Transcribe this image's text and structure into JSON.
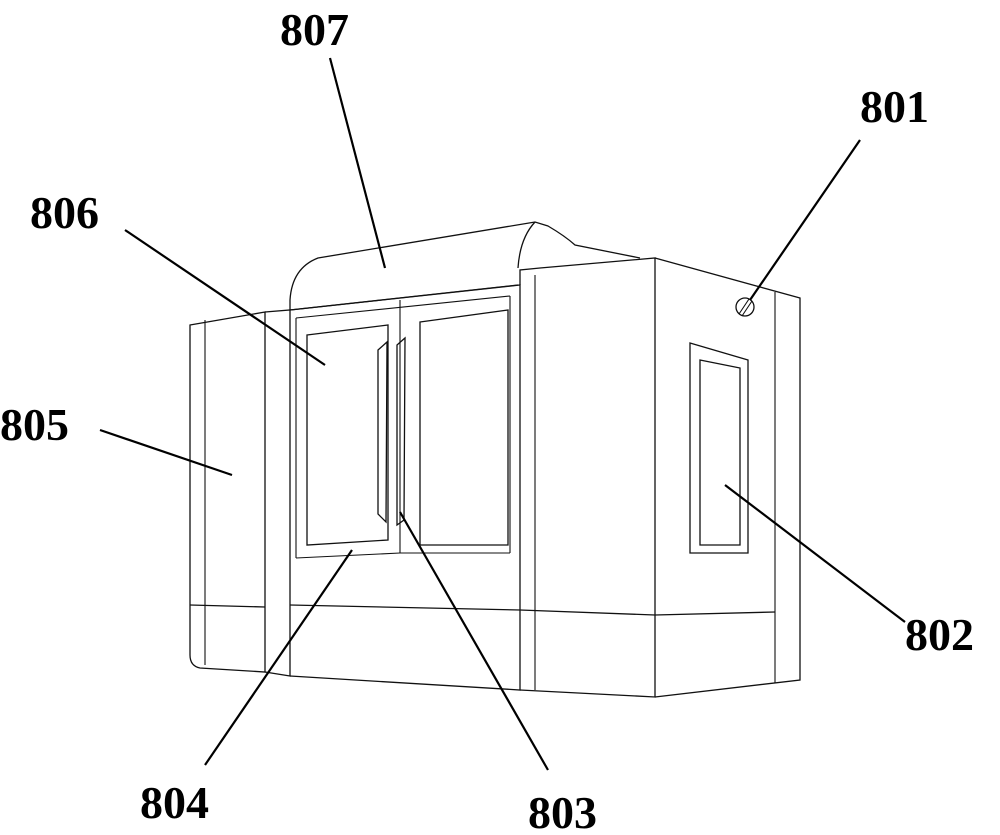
{
  "figure": {
    "labels": {
      "801": "801",
      "802": "802",
      "803": "803",
      "804": "804",
      "805": "805",
      "806": "806",
      "807": "807"
    }
  }
}
